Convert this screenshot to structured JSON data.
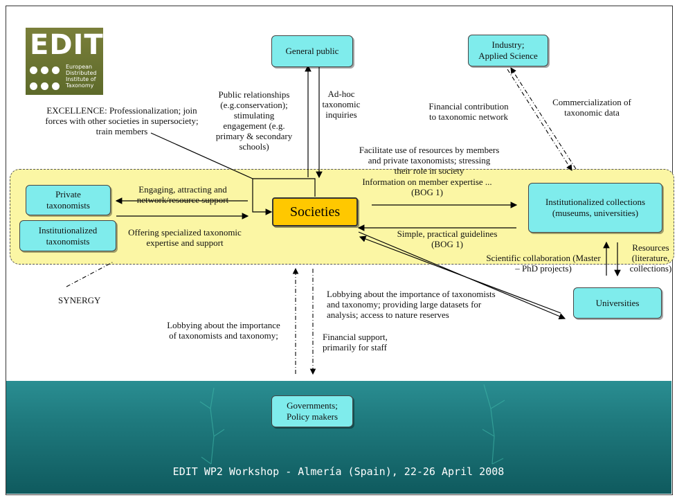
{
  "logo": {
    "big": "EDIT",
    "line1": "European",
    "line2": "Distributed",
    "line3": "Institute of",
    "line4": "Taxonomy"
  },
  "nodes": {
    "general_public": "General public",
    "industry": "Industry;\nApplied Science",
    "private": "Private\ntaxonomists",
    "institutionalized": "Institutionalized\ntaxonomists",
    "societies": "Societies",
    "collections": "Institutionalized collections\n(museums, universities)",
    "universities": "Universities",
    "governments": "Governments;\nPolicy makers"
  },
  "labels": {
    "excellence": "EXCELLENCE: Professionalization; join\nforces with other societies in supersociety;\ntrain members",
    "public_rel": "Public relationships\n(e.g.conservation);\nstimulating\nengagement (e.g.\nprimary & secondary\nschools)",
    "adhoc": "Ad-hoc\ntaxonomic\ninquiries",
    "financial_contribution": "Financial contribution\nto taxonomic network",
    "commercialization": "Commercialization of\ntaxonomic data",
    "facilitate": "Facilitate use of resources by members\nand private taxonomists; stressing\ntheir role in society",
    "info_member": "Information on member expertise ...\n(BOG 1)",
    "engaging": "Engaging, attracting and\nnetwork/resource support",
    "offering": "Offering specialized taxonomic\nexpertise and support",
    "simple": "Simple, practical guidelines\n(BOG 1)",
    "scientific": "Scientific collaboration (Master\n– PhD projects)",
    "resources": "Resources\n(literature,\ncollections)",
    "synergy": "SYNERGY",
    "lobbying_left": "Lobbying about the importance\nof taxonomists and taxonomy;",
    "financial_support": "Financial support,\nprimarily for staff",
    "lobbying_right": "Lobbying about the importance of taxonomists\nand taxonomy; providing large datasets for\nanalysis; access to nature reserves"
  },
  "footer": "EDIT WP2 Workshop - Almería (Spain), 22-26 April 2008"
}
